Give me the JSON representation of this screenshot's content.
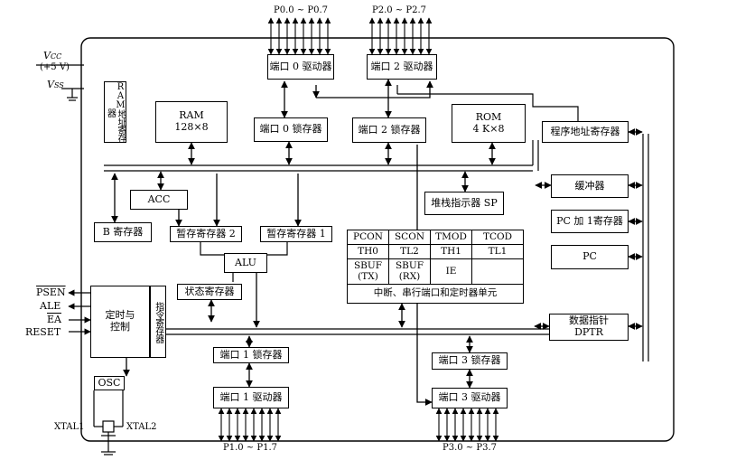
{
  "pins": {
    "vcc": "V",
    "vcc_sub": "CC",
    "vcc_volt": "(+5 V)",
    "vss": "V",
    "vss_sub": "SS",
    "psen": "PSEN",
    "ale": "ALE",
    "ea": "EA",
    "reset": "RESET",
    "xtal1": "XTAL1",
    "xtal2": "XTAL2"
  },
  "ports": {
    "p0": "P0.0 ~ P0.7",
    "p2": "P2.0 ~ P2.7",
    "p1": "P1.0 ~ P1.7",
    "p3": "P3.0 ~ P3.7"
  },
  "blocks": {
    "port0_driver": "端口 0 驱动器",
    "port2_driver": "端口 2 驱动器",
    "ram_addr_reg": "RAM地址寄存器",
    "ram": "RAM\n128×8",
    "port0_latch": "端口 0 锁存器",
    "port2_latch": "端口 2 锁存器",
    "rom": "ROM\n4 K×8",
    "pc_addr_reg": "程序地址寄存器",
    "acc": "ACC",
    "stack_pointer": "堆栈指示器 SP",
    "buffer": "缓冲器",
    "b_reg": "B 寄存器",
    "tmp2": "暂存寄存器 2",
    "tmp1": "暂存寄存器 1",
    "pc_incr": "PC 加 1寄存器",
    "alu": "ALU",
    "psw": "状态寄存器",
    "pc": "PC",
    "timing_control": "定时与\n控制",
    "instr_reg": "指令寄存器",
    "dptr": "数据指针\nDPTR",
    "port1_latch": "端口 1 锁存器",
    "port3_latch": "端口 3 锁存器",
    "osc": "OSC",
    "port1_driver": "端口 1 驱动器",
    "port3_driver": "端口 3 驱动器"
  },
  "sfr_table": {
    "rows": [
      [
        "PCON",
        "SCON",
        "TMOD",
        "TCOD"
      ],
      [
        "TH0",
        "TL2",
        "TH1",
        "TL1"
      ],
      [
        "SBUF\n(TX)",
        "SBUF\n(RX)",
        "IE",
        ""
      ]
    ],
    "caption": "中断、串行端口和定时器单元"
  }
}
